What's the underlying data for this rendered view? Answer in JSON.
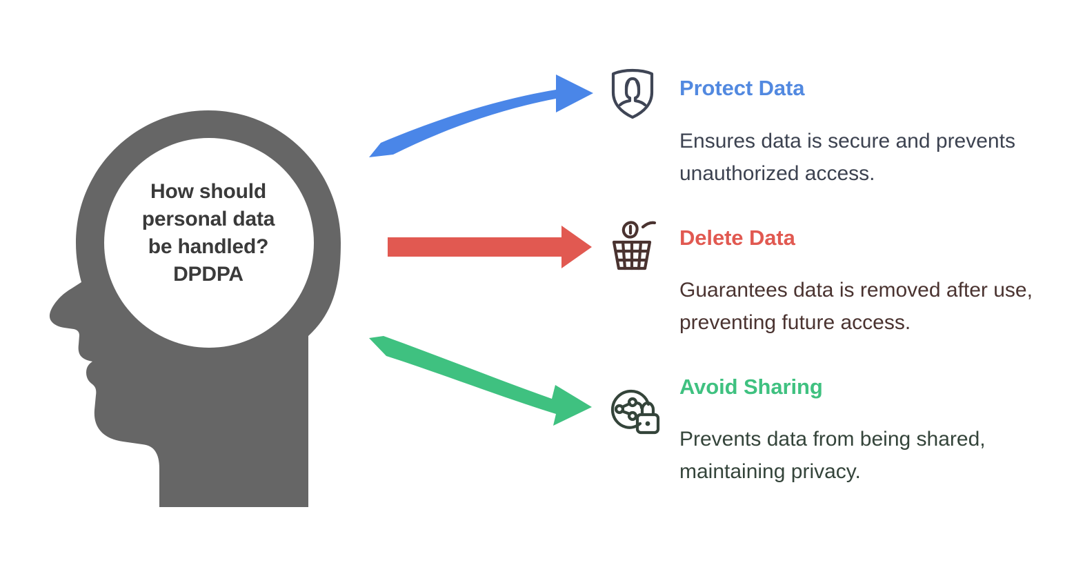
{
  "diagram": {
    "central_node": {
      "icon": "head-profile-silhouette",
      "question": "How should\npersonal data\nbe handled?\nDPDPA",
      "fill_color": "#666666",
      "text_color": "#3a3a3a"
    },
    "connectors": [
      {
        "name": "arrow-to-protect-data",
        "style": "curved-up",
        "color": "#4a86e8",
        "direction": "left-to-right"
      },
      {
        "name": "arrow-to-delete-data",
        "style": "straight",
        "color": "#e15951",
        "direction": "left-to-right"
      },
      {
        "name": "arrow-to-avoid-sharing",
        "style": "curved-down",
        "color": "#3fc180",
        "direction": "left-to-right"
      }
    ],
    "branches": [
      {
        "id": "protect-data",
        "title": "Protect Data",
        "body": "Ensures data is secure and prevents unauthorized access.",
        "title_color": "#5289e0",
        "body_color": "#3c4250",
        "icon": "shield-person-icon",
        "icon_color": "#3f4555"
      },
      {
        "id": "delete-data",
        "title": "Delete Data",
        "body": "Guarantees data is removed after use, preventing future access.",
        "title_color": "#e15951",
        "body_color": "#4a3330",
        "icon": "trash-can-icon",
        "icon_color": "#4a3330"
      },
      {
        "id": "avoid-sharing",
        "title": "Avoid Sharing",
        "body": "Prevents data from being shared, maintaining privacy.",
        "title_color": "#3fc180",
        "body_color": "#34443a",
        "icon": "share-lock-icon",
        "icon_color": "#34443a"
      }
    ]
  }
}
